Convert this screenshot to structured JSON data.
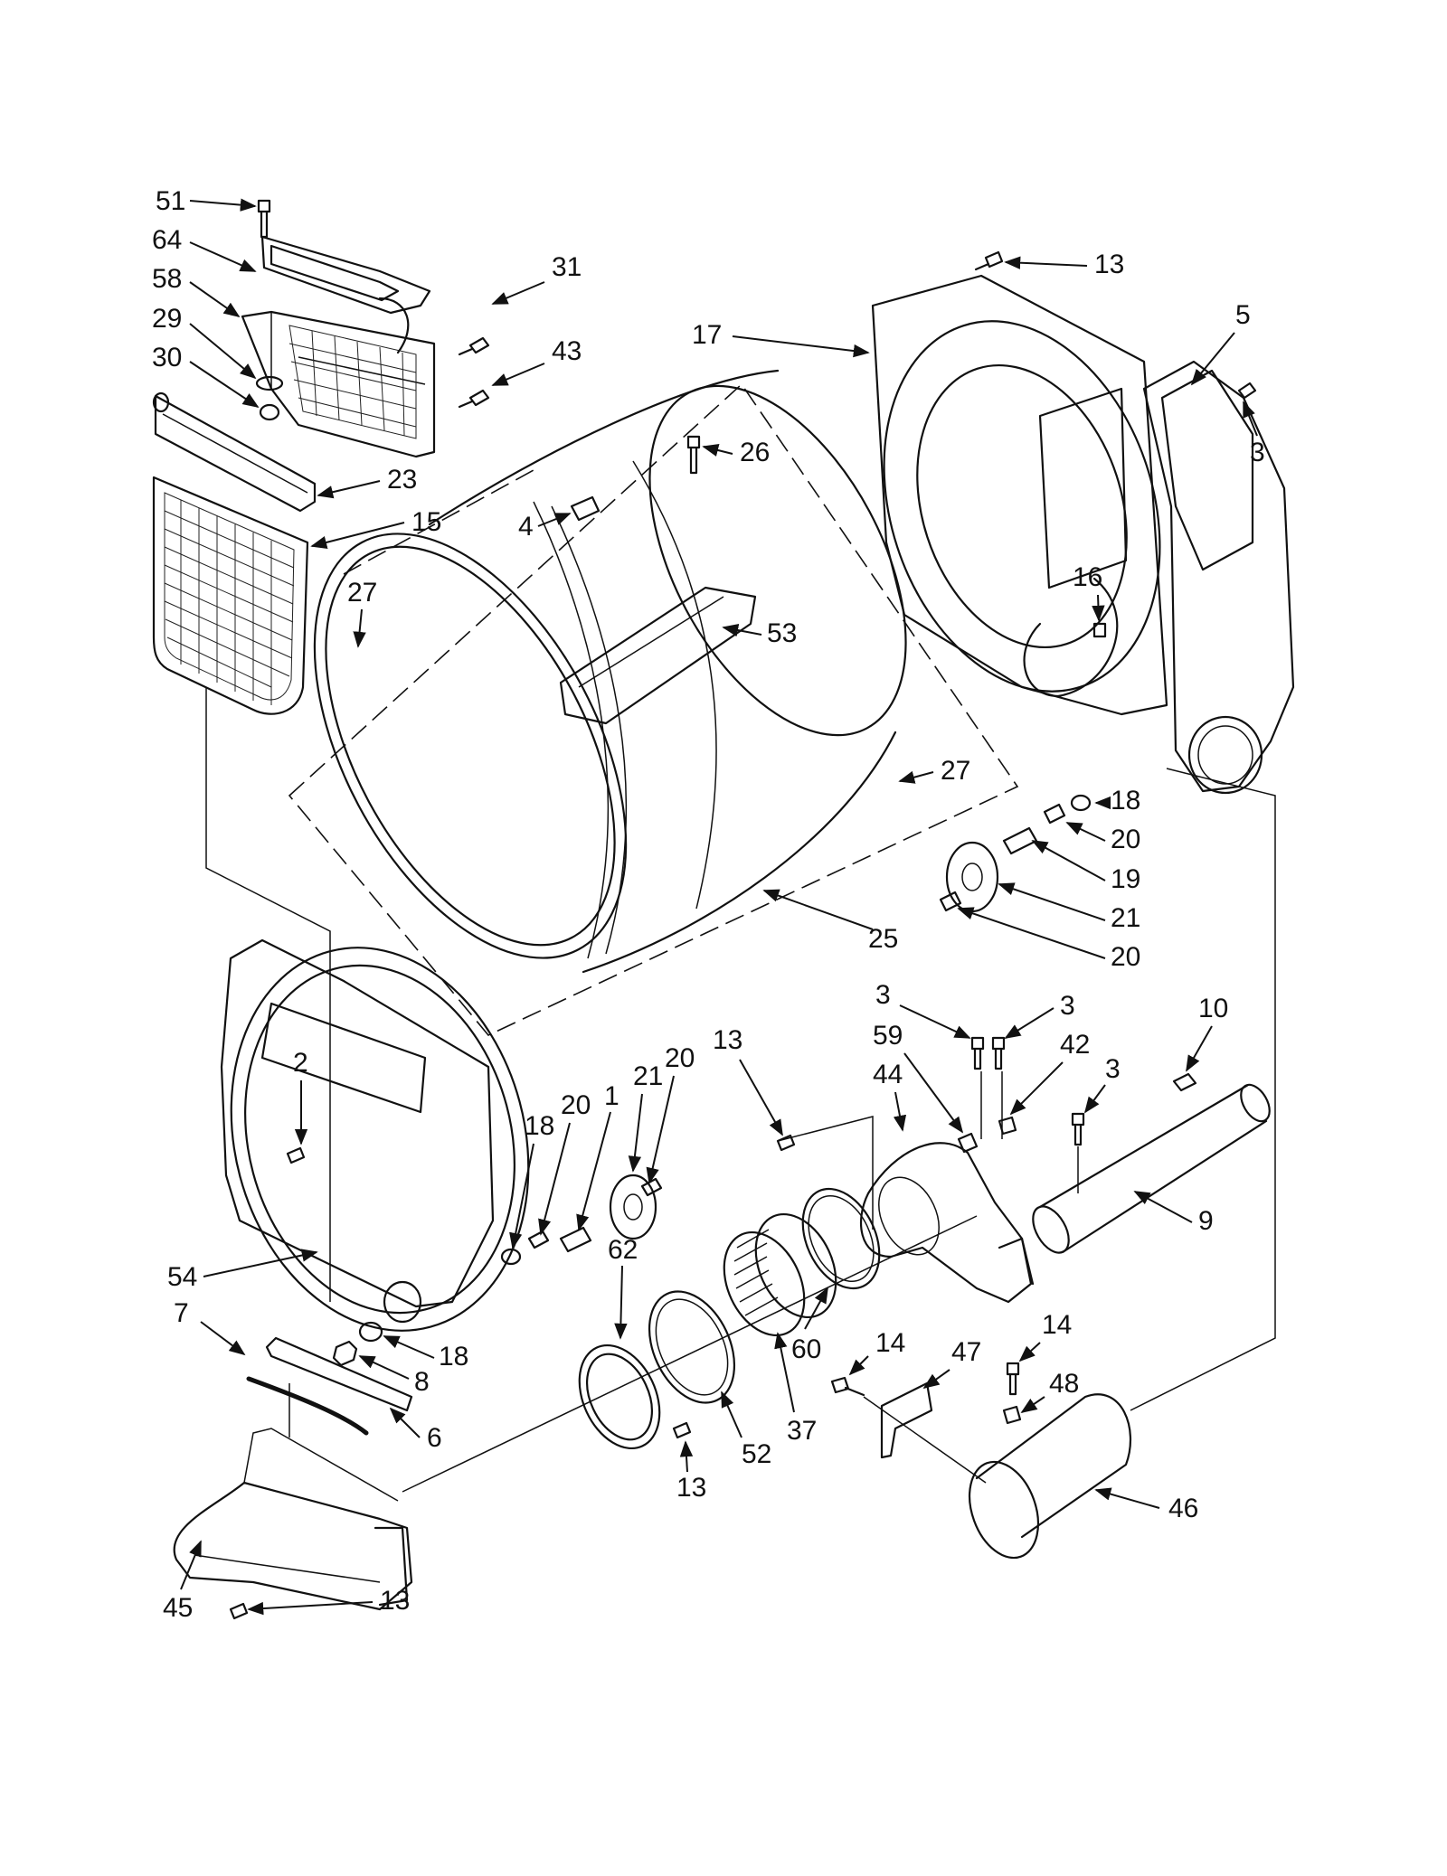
{
  "parts": [
    {
      "id": "p51",
      "label": "51"
    },
    {
      "id": "p64",
      "label": "64"
    },
    {
      "id": "p58",
      "label": "58"
    },
    {
      "id": "p29",
      "label": "29"
    },
    {
      "id": "p30",
      "label": "30"
    },
    {
      "id": "p31",
      "label": "31"
    },
    {
      "id": "p43",
      "label": "43"
    },
    {
      "id": "p23",
      "label": "23"
    },
    {
      "id": "p15",
      "label": "15"
    },
    {
      "id": "p13a",
      "label": "13"
    },
    {
      "id": "p17",
      "label": "17"
    },
    {
      "id": "p5",
      "label": "5"
    },
    {
      "id": "p3a",
      "label": "3"
    },
    {
      "id": "p26",
      "label": "26"
    },
    {
      "id": "p4",
      "label": "4"
    },
    {
      "id": "p16",
      "label": "16"
    },
    {
      "id": "p27a",
      "label": "27"
    },
    {
      "id": "p53",
      "label": "53"
    },
    {
      "id": "p27b",
      "label": "27"
    },
    {
      "id": "p18a",
      "label": "18"
    },
    {
      "id": "p20a",
      "label": "20"
    },
    {
      "id": "p19",
      "label": "19"
    },
    {
      "id": "p21a",
      "label": "21"
    },
    {
      "id": "p25",
      "label": "25"
    },
    {
      "id": "p20b",
      "label": "20"
    },
    {
      "id": "p3b",
      "label": "3"
    },
    {
      "id": "p3c",
      "label": "3"
    },
    {
      "id": "p59",
      "label": "59"
    },
    {
      "id": "p42",
      "label": "42"
    },
    {
      "id": "p10",
      "label": "10"
    },
    {
      "id": "p13b",
      "label": "13"
    },
    {
      "id": "p44",
      "label": "44"
    },
    {
      "id": "p3d",
      "label": "3"
    },
    {
      "id": "p2",
      "label": "2"
    },
    {
      "id": "p21b",
      "label": "21"
    },
    {
      "id": "p20c",
      "label": "20"
    },
    {
      "id": "p20d",
      "label": "20"
    },
    {
      "id": "p1",
      "label": "1"
    },
    {
      "id": "p18b",
      "label": "18"
    },
    {
      "id": "p9",
      "label": "9"
    },
    {
      "id": "p54",
      "label": "54"
    },
    {
      "id": "p62",
      "label": "62"
    },
    {
      "id": "p7",
      "label": "7"
    },
    {
      "id": "p8",
      "label": "8"
    },
    {
      "id": "p18c",
      "label": "18"
    },
    {
      "id": "p60",
      "label": "60"
    },
    {
      "id": "p14a",
      "label": "14"
    },
    {
      "id": "p47",
      "label": "47"
    },
    {
      "id": "p14b",
      "label": "14"
    },
    {
      "id": "p48",
      "label": "48"
    },
    {
      "id": "p6",
      "label": "6"
    },
    {
      "id": "p52",
      "label": "52"
    },
    {
      "id": "p37",
      "label": "37"
    },
    {
      "id": "p13c",
      "label": "13"
    },
    {
      "id": "p46",
      "label": "46"
    },
    {
      "id": "p45",
      "label": "45"
    },
    {
      "id": "p13d",
      "label": "13"
    }
  ]
}
